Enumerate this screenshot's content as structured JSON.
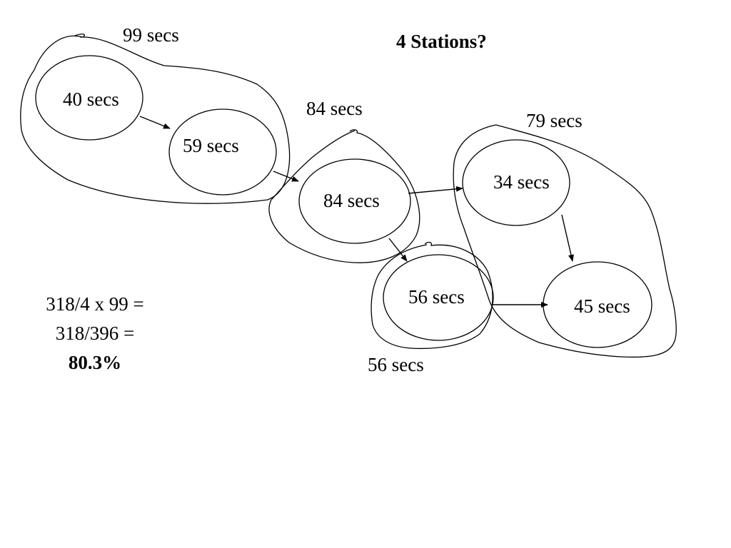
{
  "title": "4 Stations?",
  "stations": [
    {
      "id": "s1",
      "label": "99 secs"
    },
    {
      "id": "s2",
      "label": "84 secs"
    },
    {
      "id": "s3",
      "label": "79 secs"
    },
    {
      "id": "s4",
      "label": "56 secs"
    }
  ],
  "tasks": [
    {
      "id": "t40",
      "label": "40 secs"
    },
    {
      "id": "t59",
      "label": "59 secs"
    },
    {
      "id": "t84",
      "label": "84 secs"
    },
    {
      "id": "t34",
      "label": "34 secs"
    },
    {
      "id": "t56",
      "label": "56 secs"
    },
    {
      "id": "t45",
      "label": "45 secs"
    }
  ],
  "calculation": {
    "line1": "318/4 x 99 =",
    "line2": "318/396 =",
    "result": "80.3%"
  }
}
